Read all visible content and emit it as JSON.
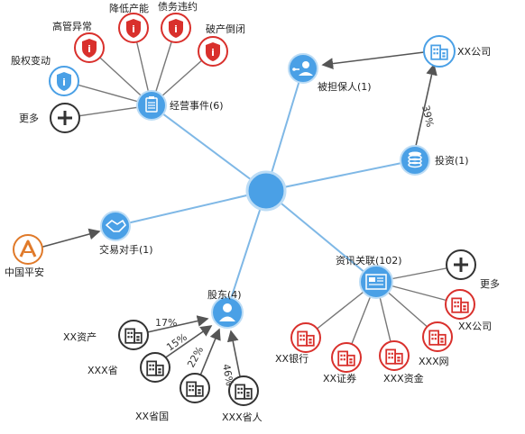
{
  "center": {
    "color": "#4aa0e6"
  },
  "colors": {
    "blue": "#4aa0e6",
    "red": "#d9302c",
    "orange": "#e07a2a",
    "dark": "#333333",
    "line": "#7fb8e6",
    "gray_line": "#777777"
  },
  "categories": {
    "ops": "经营事件(6)",
    "guaranteed": "被担保人(1)",
    "investment": "投资(1)",
    "counterparty": "交易对手(1)",
    "shareholder": "股东(4)",
    "news": "资讯关联(102)"
  },
  "ops_items": {
    "exec_anomaly": "高管异常",
    "lower_capacity": "降低产能",
    "debt_default": "债务违约",
    "bankruptcy": "破产倒闭",
    "equity_change": "股权变动",
    "more": "更多"
  },
  "guarantee_target": "XX公司",
  "invest_pct": "39%",
  "counterparty_item": "中国平安",
  "shareholders": [
    {
      "name": "XX资产",
      "pct": "17%"
    },
    {
      "name": "XXX省",
      "pct": "15%"
    },
    {
      "name": "XX省国",
      "pct": "22%"
    },
    {
      "name": "XXX省人",
      "pct": "46%"
    }
  ],
  "news_items": {
    "more": "更多",
    "company": "XX公司",
    "web": "XXX网",
    "fund": "XXX资金",
    "securities": "XX证券",
    "bank": "XX银行"
  },
  "icons": {
    "alert": "alert-icon",
    "info": "info-icon",
    "plus": "plus-icon",
    "clipboard": "clipboard-icon",
    "user_guard": "user-key-icon",
    "building": "building-icon",
    "coins": "coins-icon",
    "handshake": "handshake-icon",
    "user": "user-icon",
    "newspaper": "newspaper-icon",
    "ping_an": "ping-an-logo-icon"
  }
}
